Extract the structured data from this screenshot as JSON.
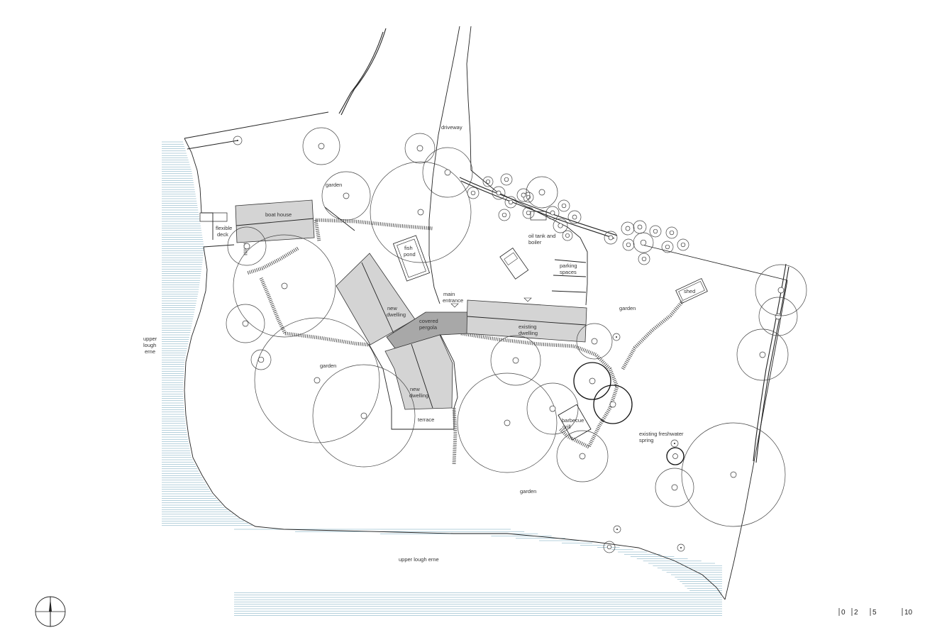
{
  "labels": {
    "driveway": "driveway",
    "garden_nw": "garden",
    "boat_house": "boat house",
    "flexible": "flexible",
    "deck": "deck",
    "fish": "fish",
    "pond": "pond",
    "oil_tank_and": "oil tank and",
    "boiler": "boiler",
    "parking": "parking",
    "spaces": "spaces",
    "shed": "shed",
    "main": "main",
    "entrance": "entrance",
    "new_dwelling_1a": "new",
    "new_dwelling_1b": "dwelling",
    "covered": "covered",
    "pergola": "pergola",
    "existing": "existing",
    "dwelling": "dwelling",
    "garden_e": "garden",
    "upper": "upper",
    "lough": "lough",
    "erne": "erne",
    "garden_w": "garden",
    "new_dwelling_2a": "new",
    "new_dwelling_2b": "dwelling",
    "terrace": "terrace",
    "barbecue": "barbecue",
    "grill": "grill",
    "existing_freshwater": "existing freshwater",
    "spring": "spring",
    "garden_s": "garden",
    "upper_lough_erne": "upper lough erne"
  },
  "scale_bar": {
    "marks": [
      "0",
      "2",
      "5",
      "10"
    ]
  },
  "icons": {
    "north": "north-arrow-icon"
  }
}
